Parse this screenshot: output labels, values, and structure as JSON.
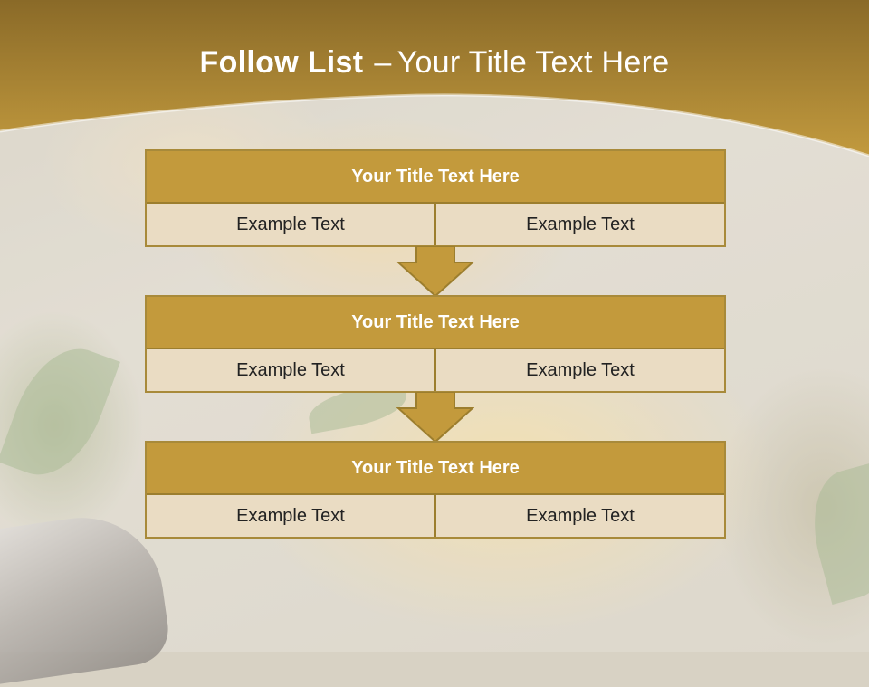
{
  "title": {
    "bold": "Follow List",
    "dash": "–",
    "rest": "Your Title Text Here"
  },
  "blocks": [
    {
      "heading": "Your Title Text Here",
      "left": "Example Text",
      "right": "Example Text"
    },
    {
      "heading": "Your Title Text Here",
      "left": "Example Text",
      "right": "Example Text"
    },
    {
      "heading": "Your Title Text Here",
      "left": "Example Text",
      "right": "Example Text"
    }
  ],
  "colors": {
    "header_dark": "#8a6a28",
    "header_gold": "#c29a3e",
    "block_fill": "#c39a3c",
    "cell_fill": "#eee2cf"
  },
  "icons": [
    "down-arrow-icon",
    "down-arrow-icon"
  ]
}
